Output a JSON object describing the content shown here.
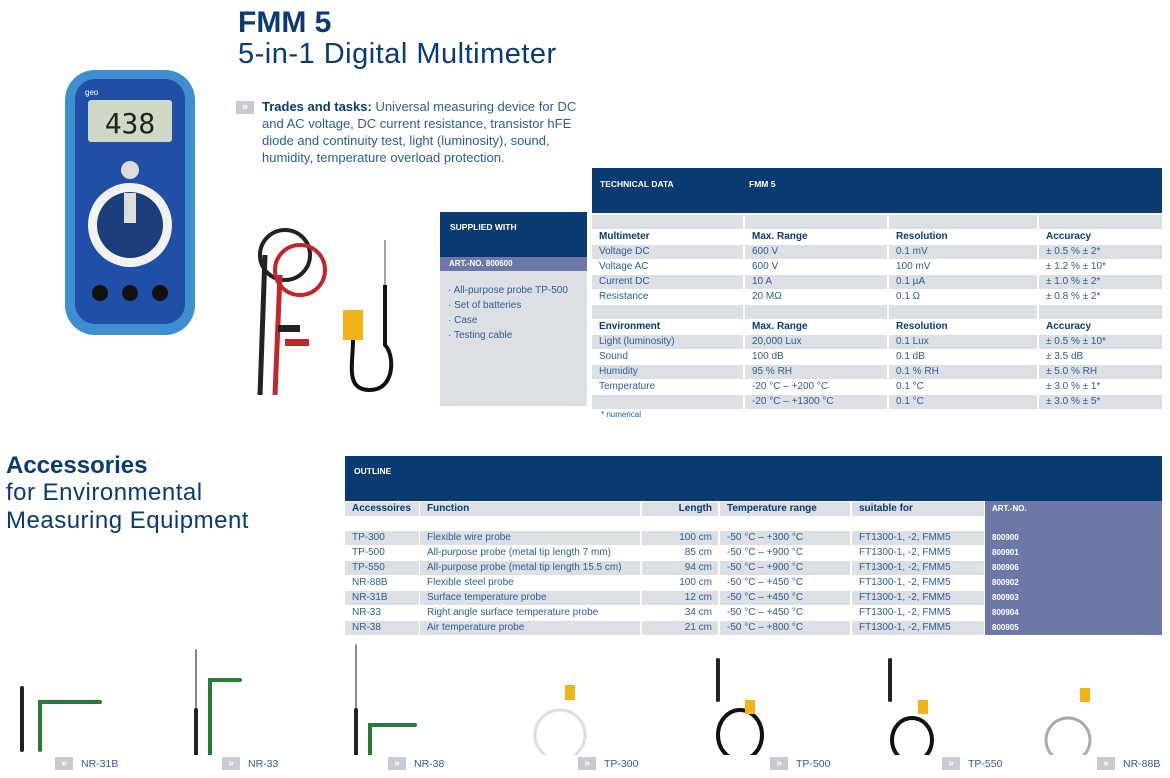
{
  "product": {
    "model": "FMM 5",
    "subtitle": "5-in-1 Digital Multimeter",
    "display_reading": "438",
    "brand": "geo"
  },
  "description": {
    "lead": "Trades and tasks:",
    "text": " Universal measuring device for DC and AC voltage, DC current resistance, transistor hFE diode and continuity test, light (luminosity), sound, humidity, temperature overload protection."
  },
  "supplied": {
    "header": "SUPPLIED WITH",
    "art_no": "ART.-NO. 800600",
    "items": [
      "All-purpose probe TP-500",
      "Set of batteries",
      "Case",
      "Testing cable"
    ]
  },
  "technical": {
    "header": "TECHNICAL DATA",
    "model": "FMM 5",
    "multimeter_headers": [
      "Multimeter",
      "Max. Range",
      "Resolution",
      "Accuracy"
    ],
    "multimeter_rows": [
      [
        "Voltage DC",
        "600 V",
        "0.1 mV",
        "± 0.5 % ± 2*"
      ],
      [
        "Voltage AC",
        "600 V",
        "100 mV",
        "± 1.2 % ± 10*"
      ],
      [
        "Current DC",
        "10 A",
        "0.1 µA",
        "± 1.0 % ± 2*"
      ],
      [
        "Resistance",
        "20 MΩ",
        "0.1 Ω",
        "± 0.8 % ± 2*"
      ]
    ],
    "environment_headers": [
      "Environment",
      "Max. Range",
      "Resolution",
      "Accuracy"
    ],
    "environment_rows": [
      [
        "Light (luminosity)",
        "20,000 Lux",
        "0.1 Lux",
        "± 0.5 % ± 10*"
      ],
      [
        "Sound",
        "100 dB",
        "0.1 dB",
        "± 3.5 dB"
      ],
      [
        "Humidity",
        "95 % RH",
        "0.1 % RH",
        "± 5.0 % RH"
      ],
      [
        "Temperature",
        "-20 °C – +200 °C",
        "0.1 °C",
        "± 3.0 % ± 1*"
      ],
      [
        "",
        "-20 °C – +1300 °C",
        "0.1 °C",
        "± 3.0 % ± 5*"
      ]
    ],
    "footnote": "* numerical"
  },
  "accessories": {
    "title": "Accessories",
    "subtitle1": "for Environmental",
    "subtitle2": "Measuring Equipment",
    "outline_header": "OUTLINE",
    "headers": [
      "Accessoires",
      "Function",
      "Length",
      "Temperature range",
      "suitable for",
      "ART.-NO."
    ],
    "rows": [
      [
        "TP-300",
        "Flexible wire probe",
        "100 cm",
        "-50 °C – +300 °C",
        "FT1300-1, -2, FMM5",
        "800900"
      ],
      [
        "TP-500",
        "All-purpose probe (metal tip length 7 mm)",
        "85 cm",
        "-50 °C – +900 °C",
        "FT1300-1, -2, FMM5",
        "800901"
      ],
      [
        "TP-550",
        "All-purpose probe (metal tip length 15.5 cm)",
        "94 cm",
        "-50 °C – +900 °C",
        "FT1300-1, -2, FMM5",
        "800906"
      ],
      [
        "NR-88B",
        "Flexible steel probe",
        "100 cm",
        "-50 °C – +450 °C",
        "FT1300-1, -2, FMM5",
        "800902"
      ],
      [
        "NR-31B",
        "Surface temperature probe",
        "12 cm",
        "-50 °C – +450 °C",
        "FT1300-1, -2, FMM5",
        "800903"
      ],
      [
        "NR-33",
        "Right angle surface temperature probe",
        "34 cm",
        "-50 °C – +450 °C",
        "FT1300-1, -2, FMM5",
        "800904"
      ],
      [
        "NR-38",
        "Air temperature probe",
        "21 cm",
        "-50 °C – +800 °C",
        "FT1300-1, -2, FMM5",
        "800905"
      ]
    ]
  },
  "probes": [
    {
      "label": "NR-31B"
    },
    {
      "label": "NR-33"
    },
    {
      "label": "NR-38"
    },
    {
      "label": "TP-300"
    },
    {
      "label": "TP-500"
    },
    {
      "label": "TP-550"
    },
    {
      "label": "NR-88B"
    }
  ],
  "chevron": "»",
  "colors": {
    "dark_blue": "#0a3a72",
    "purple": "#6e78a6",
    "gray": "#dcdfe3",
    "text_blue": "#2f5c96"
  }
}
